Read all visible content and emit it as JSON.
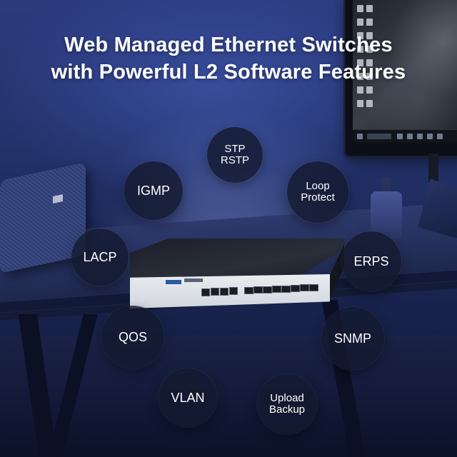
{
  "headline": {
    "line1": "Web Managed Ethernet Switches",
    "line2": "with Powerful L2 Software Features"
  },
  "features": {
    "stp": "STP\nRSTP",
    "igmp": "IGMP",
    "loop_protect": "Loop\nProtect",
    "lacp": "LACP",
    "erps": "ERPS",
    "qos": "QOS",
    "snmp": "SNMP",
    "vlan": "VLAN",
    "upload_backup": "Upload\nBackup"
  },
  "colors": {
    "bubble_fill": "#141a30",
    "text": "#ffffff",
    "background": "#223168"
  },
  "product": {
    "rj45_ports": 4,
    "sfp_ports": 8
  }
}
